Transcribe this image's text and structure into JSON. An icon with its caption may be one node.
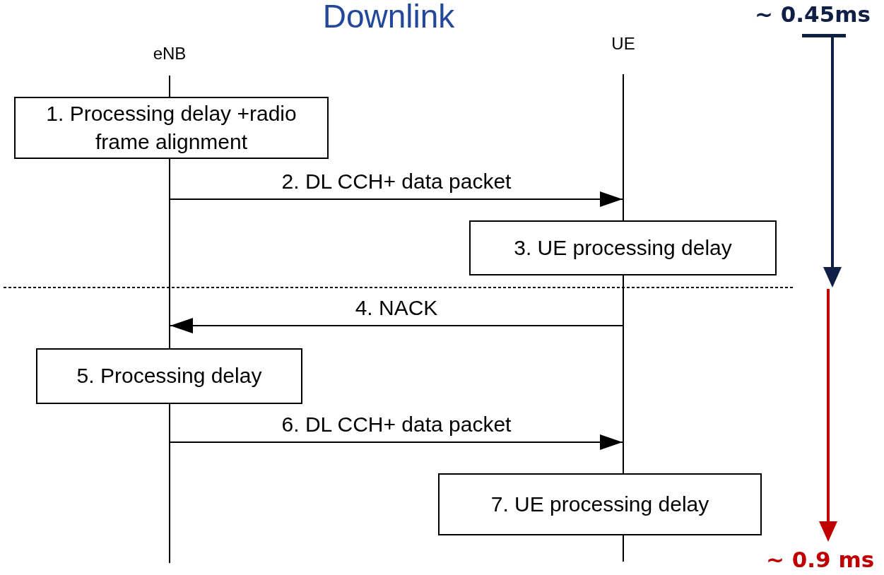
{
  "diagram": {
    "title": "Downlink",
    "nodes": [
      {
        "text": [
          "eNB"
        ]
      },
      {
        "text": [
          "UE"
        ]
      },
      {
        "text": [],
        "shape": "line"
      },
      {
        "text": [],
        "shape": "line"
      },
      {
        "text": [
          "1. Processing delay +radio frame alignment"
        ]
      },
      {
        "text": [],
        "shape": "line"
      },
      {
        "text": [
          "3. UE processing delay"
        ]
      },
      {
        "text": [],
        "shape": "line"
      },
      {
        "text": [
          "5. Processing delay"
        ]
      },
      {
        "text": [],
        "shape": "line"
      },
      {
        "text": [
          "7. UE processing delay"
        ]
      },
      {
        "text": [],
        "shape": "line"
      }
    ],
    "edges": [
      {
        "from": 5,
        "to": 3,
        "arrow": "to",
        "label": "2. DL CCH+ data packet"
      },
      {
        "from": 7,
        "to": 5,
        "arrow": "to",
        "label": "4. NACK"
      },
      {
        "from": 9,
        "to": 7,
        "arrow": "to",
        "label": "6. DL CCH+ data packet"
      }
    ],
    "labels": [
      "~ 0.45ms",
      "~ 0.9 ms"
    ]
  }
}
